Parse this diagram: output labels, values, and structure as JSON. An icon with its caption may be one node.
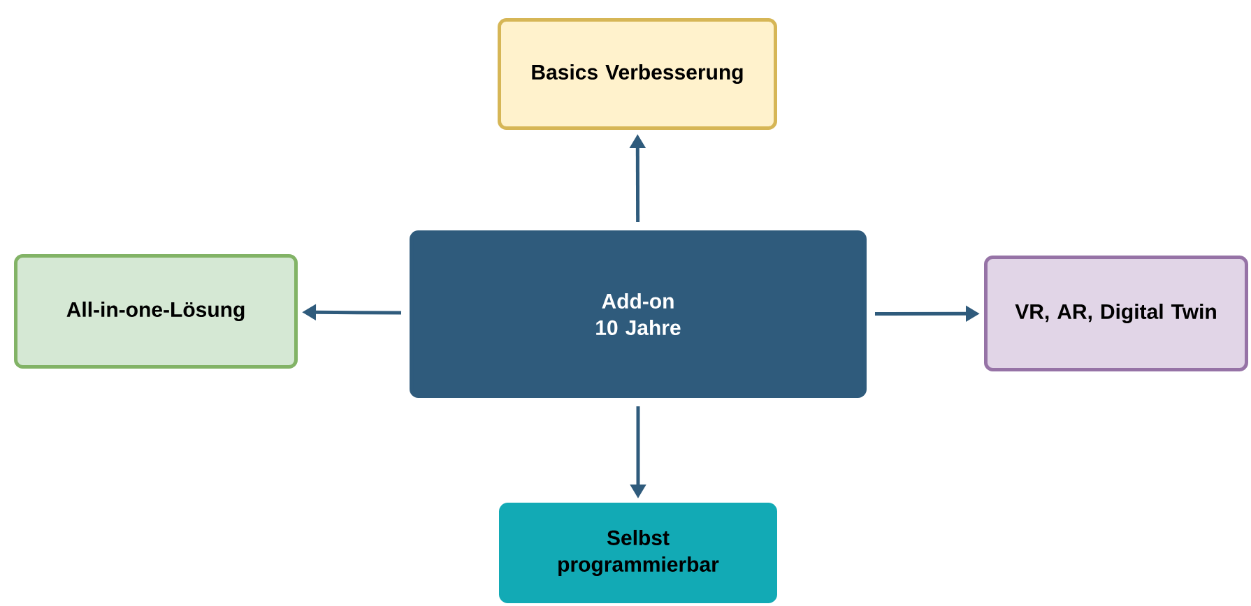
{
  "diagram": {
    "nodes": [
      {
        "text": [
          "Add-on 10 Jahre"
        ]
      },
      {
        "text": [
          "Basics Verbesserung"
        ]
      },
      {
        "text": [
          "All-in-one-Lösung"
        ]
      },
      {
        "text": [
          "VR, AR, Digital Twin"
        ]
      },
      {
        "text": [
          "Selbst programmierbar"
        ]
      }
    ],
    "edges": [
      {
        "from": 0,
        "to": 1,
        "arrow": "to"
      },
      {
        "from": 0,
        "to": 2,
        "arrow": "to"
      },
      {
        "from": 0,
        "to": 3,
        "arrow": "to"
      },
      {
        "from": 0,
        "to": 4,
        "arrow": "to"
      }
    ]
  }
}
